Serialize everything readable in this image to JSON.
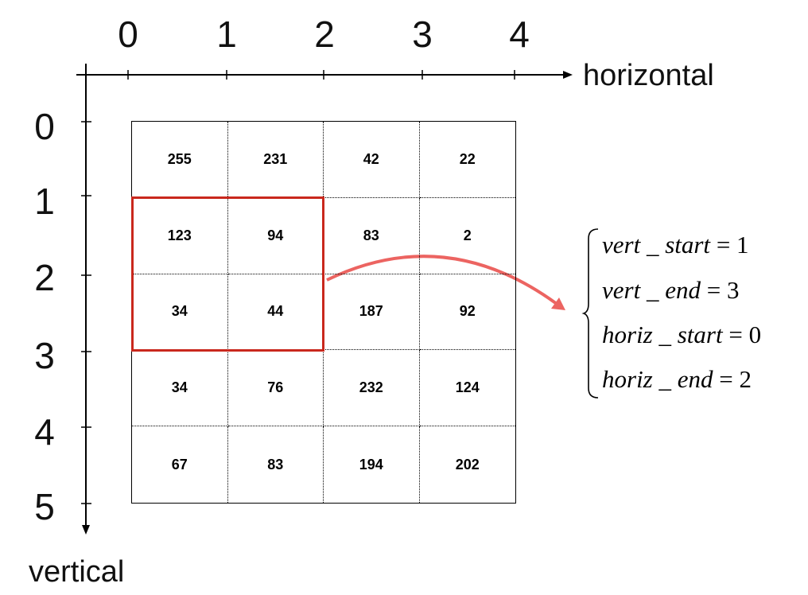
{
  "horizontal_axis": {
    "label": "horizontal",
    "ticks": [
      "0",
      "1",
      "2",
      "3",
      "4"
    ]
  },
  "vertical_axis": {
    "label": "vertical",
    "ticks": [
      "0",
      "1",
      "2",
      "3",
      "4",
      "5"
    ]
  },
  "matrix": {
    "rows": [
      [
        "255",
        "231",
        "42",
        "22"
      ],
      [
        "123",
        "94",
        "83",
        "2"
      ],
      [
        "34",
        "44",
        "187",
        "92"
      ],
      [
        "34",
        "76",
        "232",
        "124"
      ],
      [
        "67",
        "83",
        "194",
        "202"
      ]
    ]
  },
  "selection": {
    "color": "#c9281d",
    "vert_start": 1,
    "vert_end": 3,
    "horiz_start": 0,
    "horiz_end": 2
  },
  "arrow": {
    "color": "#ec6461"
  },
  "equations": [
    {
      "name": "vert _ start",
      "op": "=",
      "value": "1"
    },
    {
      "name": "vert _ end",
      "op": "=",
      "value": "3"
    },
    {
      "name": "horiz _ start",
      "op": "=",
      "value": "0"
    },
    {
      "name": "horiz _ end",
      "op": "=",
      "value": "2"
    }
  ]
}
